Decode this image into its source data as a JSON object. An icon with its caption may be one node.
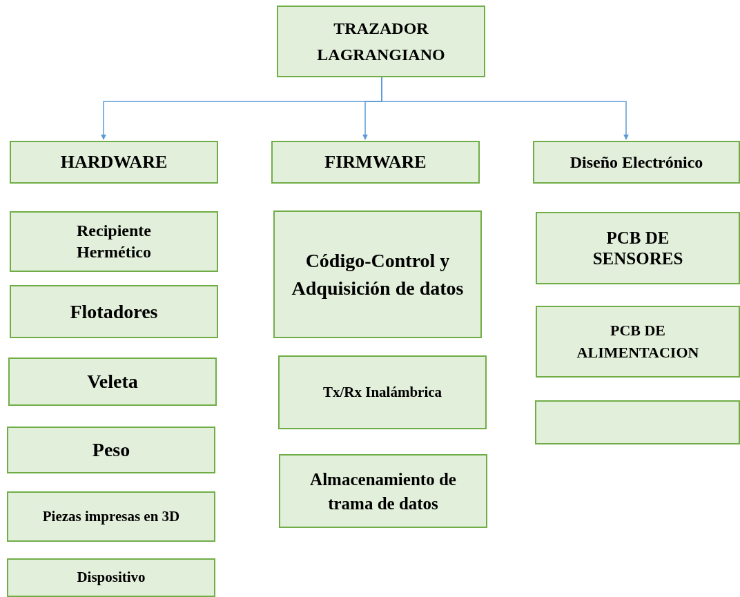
{
  "diagram": {
    "nodes": [
      {
        "text": [
          "TRAZADOR LAGRANGIANO"
        ]
      },
      {
        "text": [
          "HARDWARE"
        ]
      },
      {
        "text": [
          "FIRMWARE"
        ]
      },
      {
        "text": [
          "Diseño Electrónico"
        ]
      },
      {
        "text": [
          "Recipiente Hermético"
        ]
      },
      {
        "text": [
          "Flotadores"
        ]
      },
      {
        "text": [
          "Veleta"
        ]
      },
      {
        "text": [
          "Peso"
        ]
      },
      {
        "text": [
          "Piezas impresas en 3D"
        ]
      },
      {
        "text": [
          "Dispositivo"
        ]
      },
      {
        "text": [
          "Código-Control y Adquisición de datos"
        ]
      },
      {
        "text": [
          "Tx/Rx Inalámbrica"
        ]
      },
      {
        "text": [
          "Almacenamiento de trama de datos"
        ]
      },
      {
        "text": [
          "PCB DE SENSORES"
        ]
      },
      {
        "text": [
          "PCB DE ALIMENTACION"
        ]
      },
      {
        "text": [],
        "shape": "box"
      }
    ],
    "edges": [
      {
        "from": 0,
        "to": 1,
        "arrow": "to"
      },
      {
        "from": 0,
        "to": 2,
        "arrow": "to"
      },
      {
        "from": 0,
        "to": 3,
        "arrow": "to"
      }
    ]
  }
}
